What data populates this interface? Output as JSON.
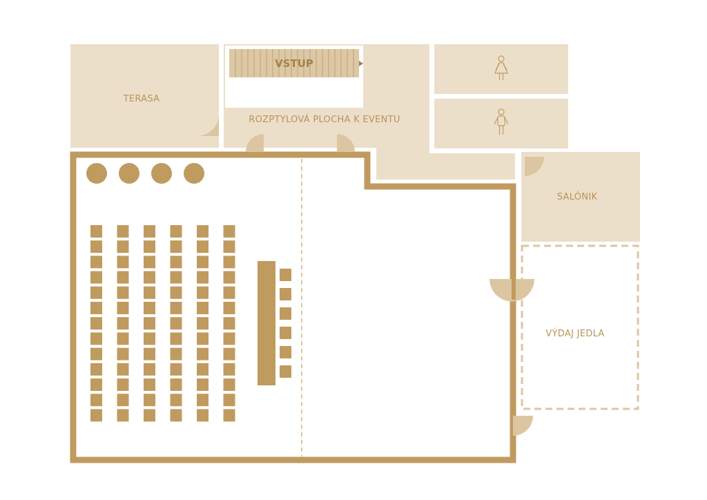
{
  "colors": {
    "room_fill": "#ecdfca",
    "wall_gold": "#c09b5f",
    "light_gold": "#dcc6a2",
    "label": "#b8935a",
    "entry_label": "#a4824b",
    "background": "#ffffff"
  },
  "labels": {
    "terasa": "TERASA",
    "vstup": "VSTUP",
    "lobby": "ROZPTYLOVÁ PLOCHA K EVENTU",
    "salonik": "SALÓNIK",
    "vydaj": "VÝDAJ JEDLA"
  },
  "icons": {
    "restroom_women": "woman-icon",
    "restroom_men": "man-icon",
    "entry_arrow": "arrow-right-icon"
  },
  "seating": {
    "columns": 6,
    "chairs_per_column": 13,
    "round_tables": 4,
    "head_table_chairs": 6
  }
}
